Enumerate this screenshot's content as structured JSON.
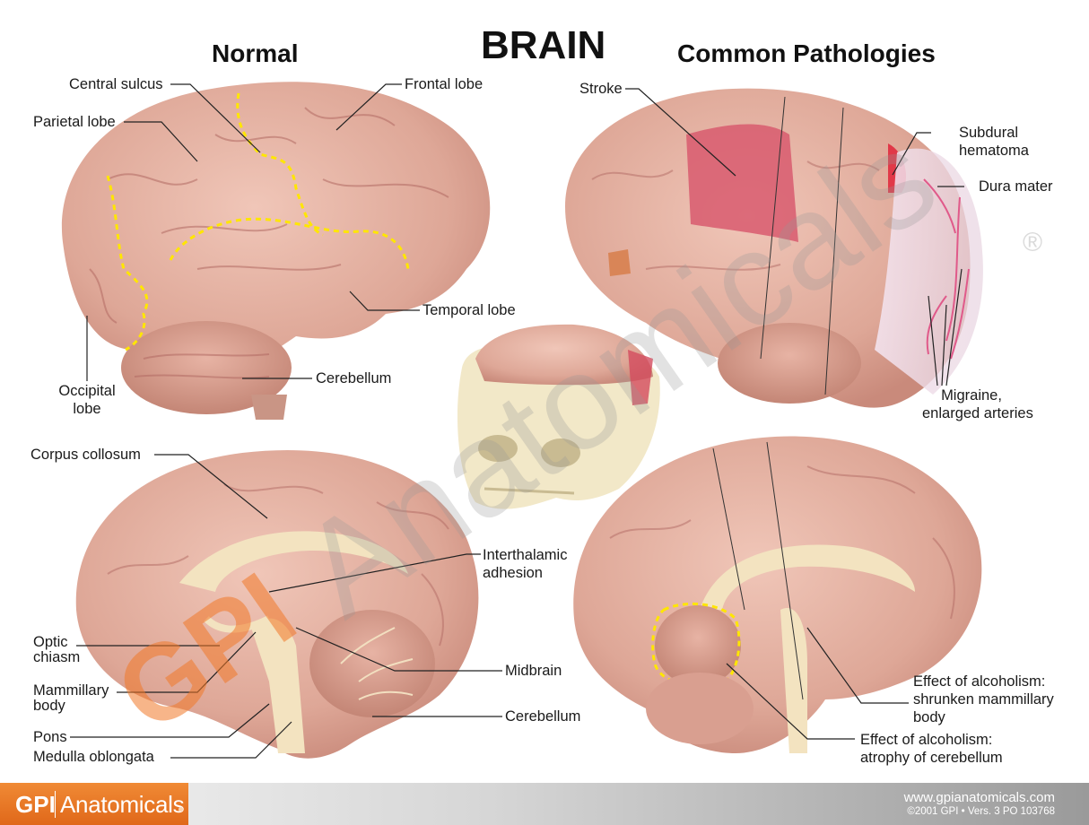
{
  "header": {
    "title": "BRAIN",
    "left_heading": "Normal",
    "right_heading": "Common Pathologies"
  },
  "labels": {
    "normal_lateral": {
      "central_sulcus": "Central sulcus",
      "parietal_lobe": "Parietal lobe",
      "frontal_lobe": "Frontal lobe",
      "temporal_lobe": "Temporal lobe",
      "cerebellum": "Cerebellum",
      "occipital_lobe_line1": "Occipital",
      "occipital_lobe_line2": "lobe"
    },
    "pathology_lateral": {
      "stroke": "Stroke",
      "subdural_line1": "Subdural",
      "subdural_line2": "hematoma",
      "dura_mater": "Dura mater",
      "migraine_line1": "Migraine,",
      "migraine_line2": "enlarged arteries"
    },
    "normal_sagittal": {
      "corpus_collosum": "Corpus collosum",
      "interthalamic_line1": "Interthalamic",
      "interthalamic_line2": "adhesion",
      "optic_line1": "Optic",
      "optic_line2": "chiasm",
      "mammillary_line1": "Mammillary",
      "mammillary_line2": "body",
      "midbrain": "Midbrain",
      "pons": "Pons",
      "cerebellum": "Cerebellum",
      "medulla": "Medulla oblongata"
    },
    "pathology_sagittal": {
      "alcohol_mammillary_line1": "Effect of alcoholism:",
      "alcohol_mammillary_line2": "shrunken mammillary",
      "alcohol_mammillary_line3": "body",
      "alcohol_cerebellum_line1": "Effect of alcoholism:",
      "alcohol_cerebellum_line2": "atrophy of cerebellum"
    }
  },
  "watermark": {
    "gpi": "GPI",
    "anatomicals": "Anatomicals",
    "registered": "®"
  },
  "footer": {
    "brand_gpi": "GPI",
    "brand_name": "Anatomicals",
    "url": "www.gpianatomicals.com",
    "copyright": "©2001 GPI • Vers. 3 PO 103768"
  },
  "colors": {
    "brand_orange": "#e8731f",
    "brain_pink": "#e4b3a6",
    "sulcus_dash": "#ffe600",
    "stroke_red": "#d9556a",
    "skull": "#f2e6c4"
  }
}
